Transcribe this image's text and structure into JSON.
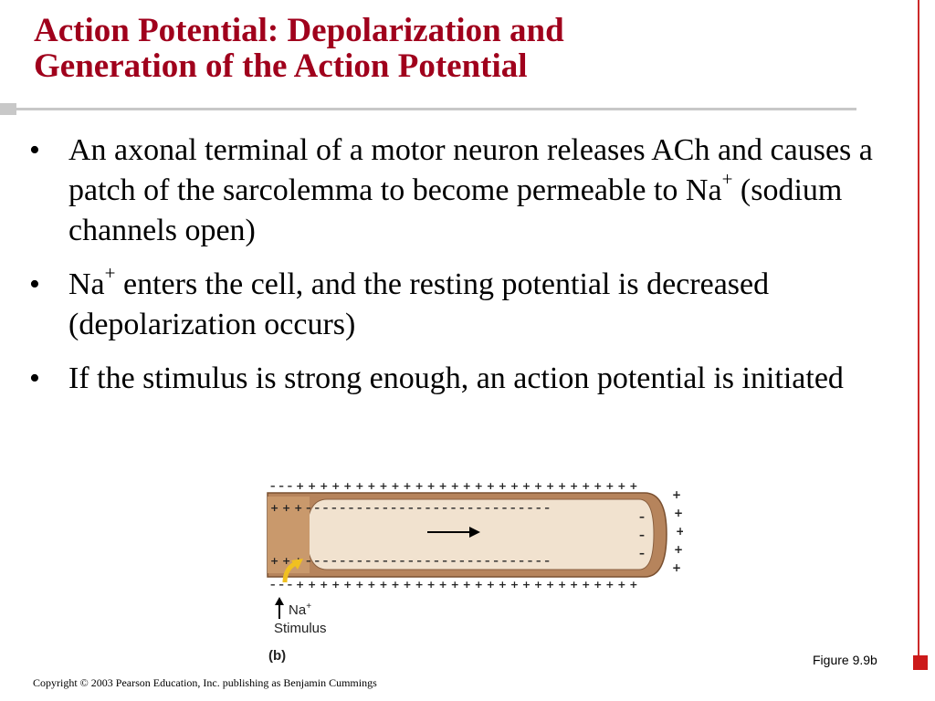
{
  "title": {
    "line1": "Action Potential: Depolarization and",
    "line2": "Generation of the Action Potential"
  },
  "bullets": [
    {
      "before": "An axonal terminal of a motor neuron releases ACh and causes a patch of the sarcolemma to become permeable to Na",
      "sup": "+",
      "after": " (sodium channels open)"
    },
    {
      "before": "Na",
      "sup": "+",
      "after": " enters the cell, and the resting potential is decreased (depolarization occurs)"
    },
    {
      "before": "If the stimulus is strong enough, an action potential is initiated",
      "sup": "",
      "after": ""
    }
  ],
  "bullet_symbol": "•",
  "figure": {
    "na_label": "Na",
    "na_sup": "+",
    "stimulus_label": "Stimulus",
    "panel_label": "(b)",
    "outer_top_charges": "– – –   + + + + + + + + + + + + + + + + + + + + + + + + + + + + +",
    "inner_top_charges": "+ + +   – – – – – – – – – – – – – – – – – – – – – – – – – – – – –",
    "inner_bottom_charges": "+ + +   – – – – – – – – – – – – – – – – – – – – – – – – – – – – –",
    "outer_bottom_charges": "– – –   + + + + + + + + + + + + + + + + + + + + + + + + + + + + +",
    "colors": {
      "membrane": "#b6845c",
      "cytoplasm": "#f1e2cf",
      "outline": "#7a5030",
      "stimulus_arrow": "#f0c020"
    }
  },
  "figure_label": "Figure 9.9b",
  "copyright": "Copyright © 2003 Pearson Education, Inc. publishing as Benjamin Cummings",
  "colors": {
    "title": "#a0001c",
    "accent_bar": "#cc2a2a",
    "divider": "#c8c8c8"
  }
}
